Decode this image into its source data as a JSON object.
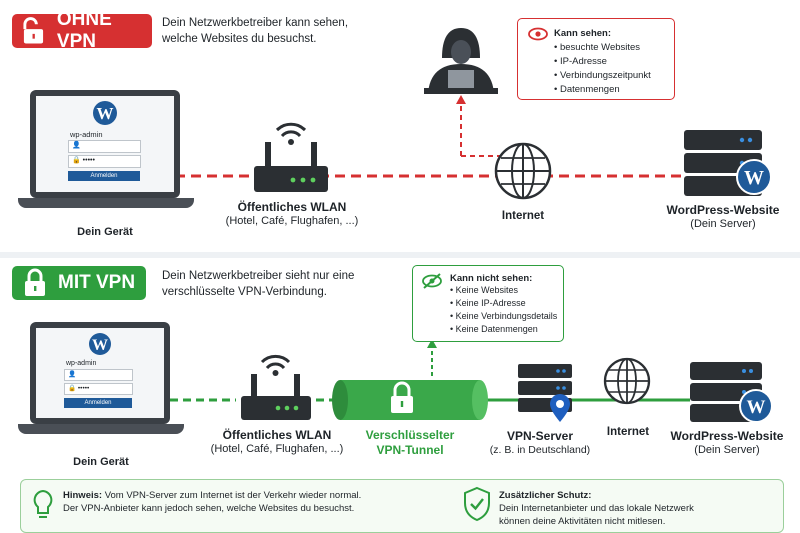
{
  "top": {
    "badge": "OHNE VPN",
    "desc_line1": "Dein Netzwerkbetreiber kann sehen,",
    "desc_line2": "welche Websites du besuchst.",
    "device_label": "Dein Gerät",
    "login": {
      "title": "wp-admin",
      "password_mask": "•••••",
      "button": "Anmelden"
    },
    "wlan_label": "Öffentliches WLAN",
    "wlan_sub": "(Hotel, Café, Flughafen, ...)",
    "internet_label": "Internet",
    "server_label": "WordPress-Website",
    "server_sub": "(Dein Server)",
    "infobox": {
      "title": "Kann sehen:",
      "items": [
        "besuchte Websites",
        "IP-Adresse",
        "Verbindungszeitpunkt",
        "Datenmengen"
      ]
    }
  },
  "bottom": {
    "badge": "MIT VPN",
    "desc_line1": "Dein Netzwerkbetreiber sieht nur eine",
    "desc_line2": "verschlüsselte VPN-Verbindung.",
    "device_label": "Dein Gerät",
    "login": {
      "title": "wp-admin",
      "password_mask": "•••••",
      "button": "Anmelden"
    },
    "wlan_label": "Öffentliches WLAN",
    "wlan_sub": "(Hotel, Café, Flughafen, ...)",
    "tunnel_line1": "Verschlüsselter",
    "tunnel_line2": "VPN-Tunnel",
    "vpn_server_label": "VPN-Server",
    "vpn_server_sub": "(z. B. in Deutschland)",
    "internet_label": "Internet",
    "server_label": "WordPress-Website",
    "server_sub": "(Dein Server)",
    "infobox": {
      "title": "Kann nicht sehen:",
      "items": [
        "Keine Websites",
        "Keine IP-Adresse",
        "Keine Verbindungsdetails",
        "Keine Datenmengen"
      ]
    }
  },
  "note": {
    "hint_label": "Hinweis:",
    "hint_text1": " Vom VPN-Server zum Internet ist der Verkehr wieder normal.",
    "hint_text2": "Der VPN-Anbieter kann jedoch sehen, welche Websites du besuchst.",
    "protect_label": "Zusätzlicher Schutz:",
    "protect_text1": "Dein Internetanbieter und das lokale Netzwerk",
    "protect_text2": "können deine Aktivitäten nicht mitlesen."
  },
  "colors": {
    "red": "#d63031",
    "green": "#2e9e3e",
    "dark": "#2b2f33"
  }
}
